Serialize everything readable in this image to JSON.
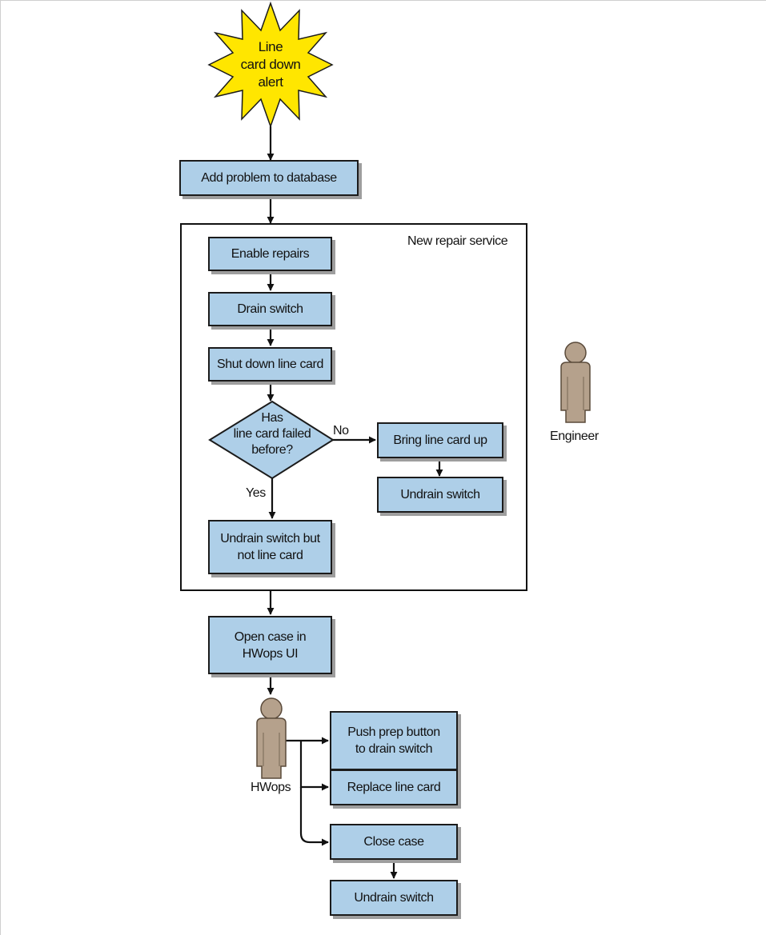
{
  "start": {
    "label": "Line\ncard down\nalert"
  },
  "steps": {
    "add_problem": "Add problem to database",
    "enable_repairs": "Enable repairs",
    "drain_switch": "Drain switch",
    "shut_down": "Shut down line card",
    "bring_up": "Bring line card up",
    "undrain_a": "Undrain switch",
    "undrain_but_not": "Undrain switch but\nnot line card",
    "open_case": "Open case in\nHWops UI",
    "push_prep": "Push prep button\nto drain switch",
    "replace": "Replace line card",
    "close_case": "Close case",
    "undrain_b": "Undrain switch"
  },
  "decision": {
    "label": "Has\nline card failed\nbefore?",
    "no": "No",
    "yes": "Yes"
  },
  "group": {
    "label": "New repair service"
  },
  "actors": {
    "engineer": "Engineer",
    "hwops": "HWops"
  },
  "colors": {
    "box_fill": "#aecfe8",
    "burst_fill": "#ffe600",
    "person_fill": "#b5a18c",
    "stroke": "#1b1b1b"
  }
}
